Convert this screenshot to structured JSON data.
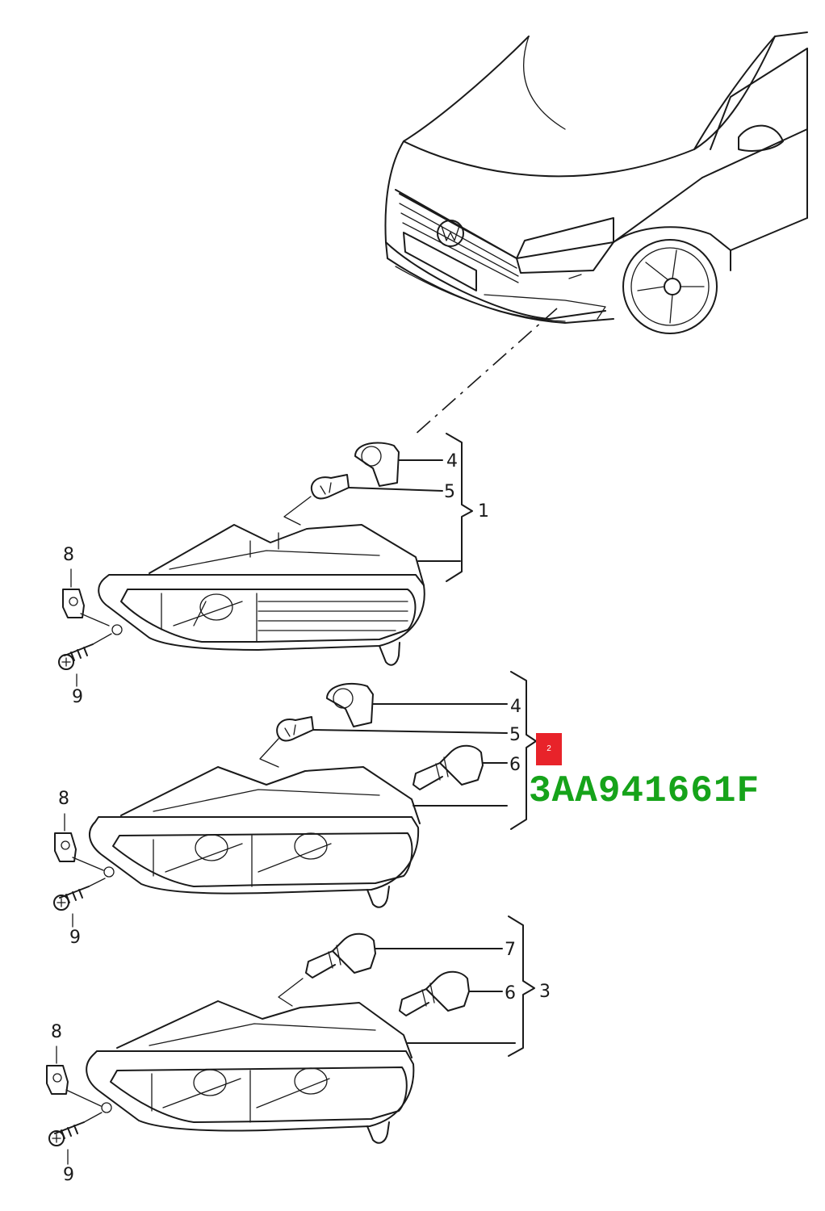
{
  "labels": {
    "grp1": {
      "l4": "4",
      "l5": "5",
      "l1": "1",
      "l8": "8",
      "l9": "9"
    },
    "grp2": {
      "l4": "4",
      "l5": "5",
      "l6": "6",
      "l8": "8",
      "l9": "9"
    },
    "grp3": {
      "l7": "7",
      "l6": "6",
      "l3": "3",
      "l8": "8",
      "l9": "9"
    }
  },
  "callout": {
    "text": "2",
    "color": "#e8232a"
  },
  "part_number": {
    "text": "3AA941661F",
    "color": "#16a31a"
  }
}
